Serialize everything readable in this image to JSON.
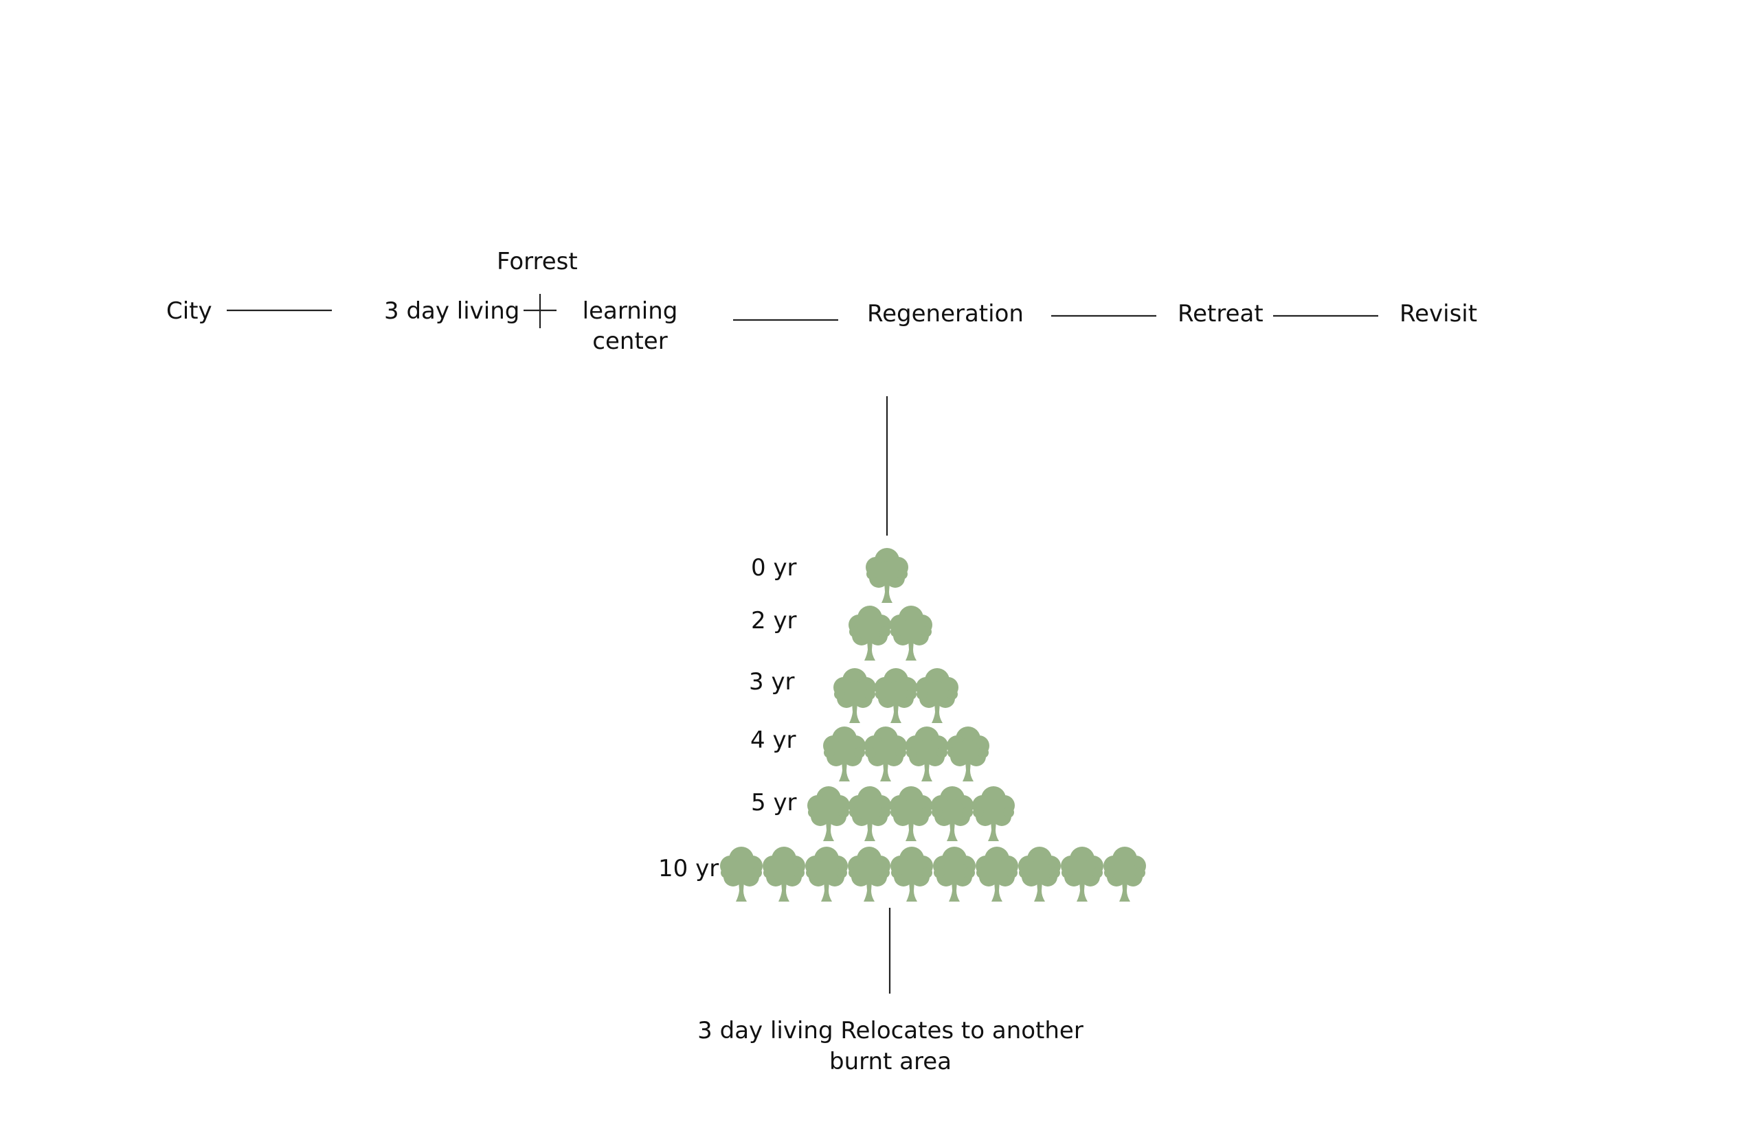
{
  "flow": {
    "city": "City",
    "three_day_living": "3 day living",
    "forrest": "Forrest",
    "learning_line1": "learning",
    "learning_line2": "center",
    "regeneration": "Regeneration",
    "retreat": "Retreat",
    "revisit": "Revisit"
  },
  "growth": {
    "rows": [
      {
        "label": "0 yr",
        "trees": 1
      },
      {
        "label": "2 yr",
        "trees": 2
      },
      {
        "label": "3 yr",
        "trees": 3
      },
      {
        "label": "4 yr",
        "trees": 4
      },
      {
        "label": "5 yr",
        "trees": 5
      },
      {
        "label": "10 yr",
        "trees": 10
      }
    ],
    "tree_icon": "tree-icon",
    "tree_color": "#97b286"
  },
  "footer": {
    "line1": "3 day living Relocates to another",
    "line2": "burnt area"
  }
}
